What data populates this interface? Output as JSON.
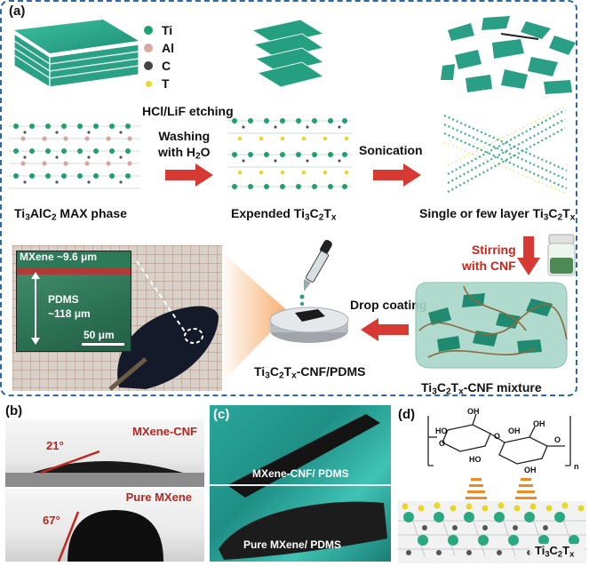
{
  "panels": {
    "a": "(a)",
    "b": "(b)",
    "c": "(c)",
    "d": "(d)"
  },
  "legend": [
    {
      "symbol": "Ti",
      "color": "#1aa36f"
    },
    {
      "symbol": "Al",
      "color": "#d7a7a2"
    },
    {
      "symbol": "C",
      "color": "#444444"
    },
    {
      "symbol": "T",
      "color": "#e6d72a"
    }
  ],
  "steps": {
    "etching": "HCl/LiF etching",
    "washing_line1": "Washing",
    "washing_line2_prefix": "with H",
    "washing_line2_sub": "2",
    "washing_line2_suffix": "O",
    "sonication": "Sonication",
    "stirring_line1": "Stirring",
    "stirring_line2": "with CNF",
    "drop_coating": "Drop coating"
  },
  "materials": {
    "max_phase": {
      "p1": "Ti",
      "s1": "3",
      "p2": "AlC",
      "s2": "2",
      "p3": " MAX phase"
    },
    "expended": {
      "p1": "Expended Ti",
      "s1": "3",
      "p2": "C",
      "s2": "2",
      "p3": "T",
      "s3": "x"
    },
    "single_layer": {
      "p1": "Single or few layer Ti",
      "s1": "3",
      "p2": "C",
      "s2": "2",
      "p3": "T",
      "s3": "x"
    },
    "mixture": {
      "p1": "Ti",
      "s1": "3",
      "p2": "C",
      "s2": "2",
      "p3": "T",
      "s3": "x",
      "p4": "-CNF mixture"
    },
    "composite": {
      "p1": "Ti",
      "s1": "3",
      "p2": "C",
      "s2": "2",
      "p3": "T",
      "s3": "x",
      "p4": "-CNF/PDMS"
    }
  },
  "micrograph": {
    "mxene_thickness": "MXene ~9.6 μm",
    "pdms_label": "PDMS",
    "pdms_thickness": "~118 μm",
    "scale_bar": "50 μm"
  },
  "contact_angle": {
    "top_label": "MXene-CNF",
    "top_angle": "21°",
    "bottom_label": "Pure MXene",
    "bottom_angle": "67°"
  },
  "photos": {
    "top_label": "MXene-CNF/ PDMS",
    "bottom_label": "Pure MXene/ PDMS"
  },
  "structure": {
    "oh_labels": [
      "OH",
      "HO",
      "OH",
      "HO",
      "OH",
      "OH"
    ],
    "o_labels": [
      "O",
      "O",
      "O"
    ],
    "n_label": "n",
    "surface": {
      "p1": "Ti",
      "s1": "3",
      "p2": "C",
      "s2": "2",
      "p3": "T",
      "s3": "x"
    }
  }
}
